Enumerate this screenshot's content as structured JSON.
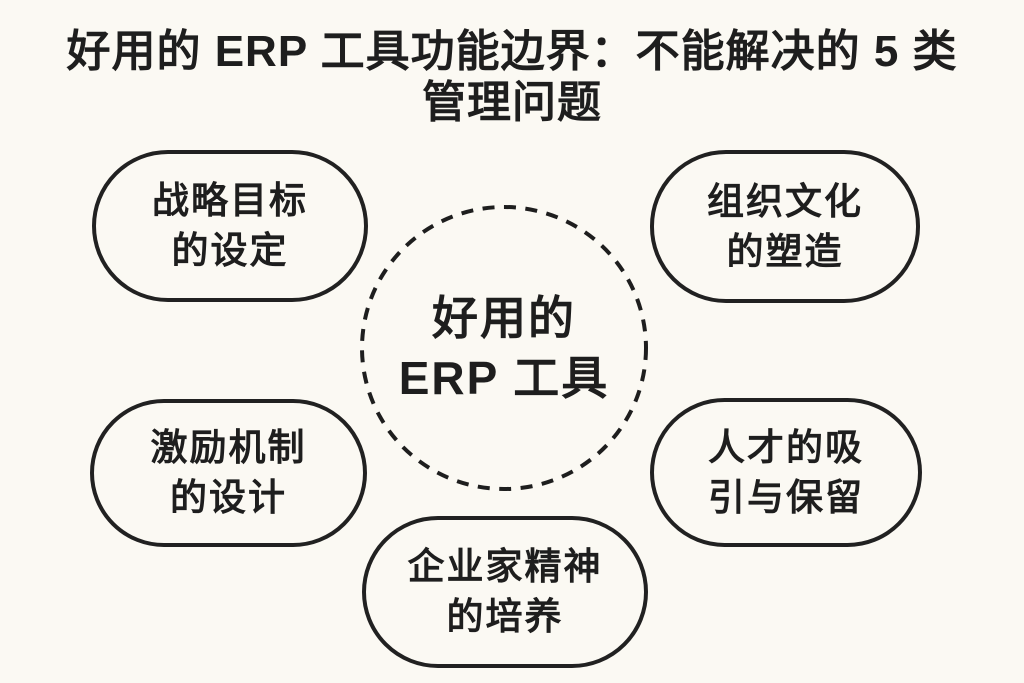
{
  "colors": {
    "background": "#FBF9F3",
    "ink": "#1E1E1E"
  },
  "title": {
    "line1": "好用的 ERP 工具功能边界：不能解决的 5 类",
    "line2": "管理问题"
  },
  "center": {
    "line1": "好用的",
    "line2": "ERP 工具"
  },
  "bubbles": [
    {
      "id": "strategic-goals",
      "line1": "战略目标",
      "line2": "的设定"
    },
    {
      "id": "org-culture",
      "line1": "组织文化",
      "line2": "的塑造"
    },
    {
      "id": "incentive-design",
      "line1": "激励机制",
      "line2": "的设计"
    },
    {
      "id": "talent-retention",
      "line1": "人才的吸",
      "line2": "引与保留"
    },
    {
      "id": "entrepreneurship",
      "line1": "企业家精神",
      "line2": "的培养"
    }
  ]
}
